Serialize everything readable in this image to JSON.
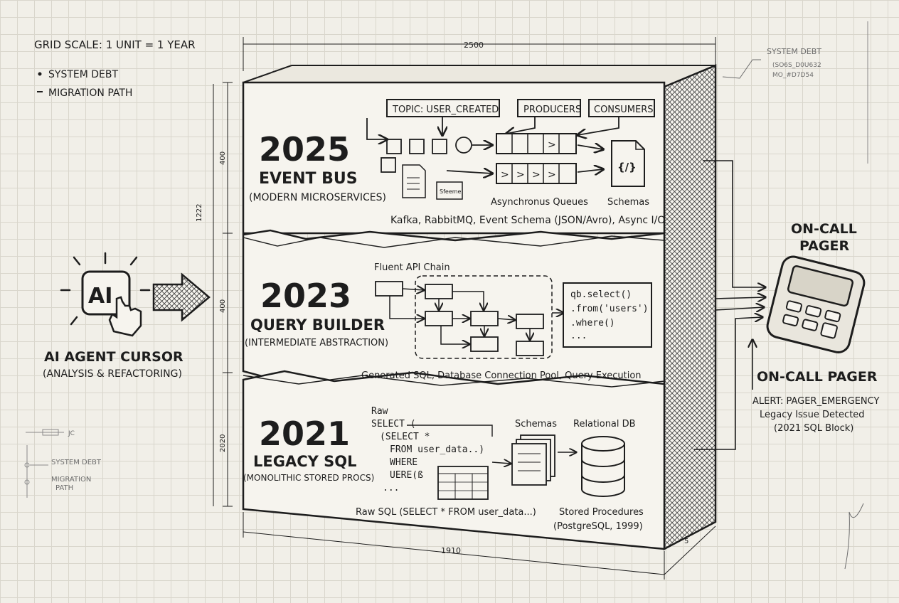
{
  "legend": {
    "grid_scale": "GRID SCALE: 1 UNIT = 1 YEAR",
    "items": [
      "SYSTEM DEBT",
      "MIGRATION PATH"
    ]
  },
  "dimensions": {
    "top_width": "2500",
    "bottom_width": "1910",
    "depth": "5",
    "layer_2025_height": "400",
    "layer_2023_height": "400",
    "layer_2021_height": "2020",
    "total_height": "1222"
  },
  "layers": [
    {
      "year": "2025",
      "name": "EVENT BUS",
      "subtitle": "(MODERN MICROSERVICES)",
      "tags": [
        "TOPIC: USER_CREATED",
        "PRODUCERS",
        "CONSUMERS"
      ],
      "labels": [
        "Asynchronus Queues",
        "Schemas"
      ],
      "doc_label": "Sfeeme",
      "schema_icon": "{/}",
      "footer": "Kafka, RabbitMQ, Event Schema (JSON/Avro), Async I/O"
    },
    {
      "year": "2023",
      "name": "QUERY BUILDER",
      "subtitle": "(INTERMEDIATE ABSTRACTION)",
      "chain_label": "Fluent API Chain",
      "code": [
        "qb.select()",
        ".from('users')",
        ".where()",
        "..."
      ],
      "footer": "Generated SQL, Database Connection Pool, Query Execution"
    },
    {
      "year": "2021",
      "name": "LEGACY SQL",
      "subtitle": "(MONOLITHIC STORED PROCS)",
      "code": [
        "Raw",
        "SELECT (",
        "(SELECT *",
        "FROM user_data..)",
        "WHERE",
        "UERE(ß",
        "..."
      ],
      "labels": [
        "Schemas",
        "Relational DB"
      ],
      "footer_left": "Raw SQL (SELECT * FROM user_data...)",
      "footer_right": [
        "Stored Procedures",
        "(PostgreSQL, 1999)"
      ]
    }
  ],
  "agent": {
    "icon_text": "AI",
    "title": "AI AGENT CURSOR",
    "subtitle": "(ANALYSIS & REFACTORING)"
  },
  "pager": {
    "title": [
      "ON-CALL",
      "PAGER"
    ],
    "label": "ON-CALL PAGER",
    "alert": [
      "ALERT: PAGER_EMERGENCY",
      "Legacy Issue Detected",
      "(2021 SQL Block)"
    ]
  },
  "notes": {
    "top_right": [
      "SYSTEM DEBT",
      "(SO6S_D0U632",
      "MO_#D7D54"
    ],
    "lower_left": [
      "SYSTEM DEBT",
      "MIGRATION",
      "PATH"
    ],
    "lower_left_tag": "JC"
  }
}
